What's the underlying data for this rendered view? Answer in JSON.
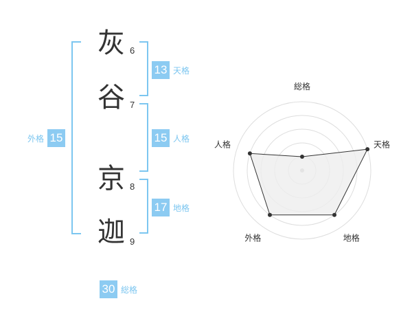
{
  "name_chars": [
    {
      "char": "灰",
      "strokes": "6"
    },
    {
      "char": "谷",
      "strokes": "7"
    },
    {
      "char": "京",
      "strokes": "8"
    },
    {
      "char": "迦",
      "strokes": "9"
    }
  ],
  "scores": {
    "tenkaku": {
      "value": "13",
      "label": "天格"
    },
    "jinkaku": {
      "value": "15",
      "label": "人格"
    },
    "chikaku": {
      "value": "17",
      "label": "地格"
    },
    "gaikaku": {
      "value": "15",
      "label": "外格"
    },
    "soukaku": {
      "value": "30",
      "label": "総格"
    }
  },
  "chart_data": {
    "type": "radar",
    "axes": [
      "総格",
      "天格",
      "地格",
      "外格",
      "人格"
    ],
    "values": [
      1,
      5,
      4,
      4,
      4
    ],
    "max": 5,
    "rings": 5,
    "colors": {
      "fill": "#eeeeee",
      "line": "#333333",
      "grid": "#dddddd",
      "point": "#333333",
      "center": "#bbbbbb"
    }
  }
}
